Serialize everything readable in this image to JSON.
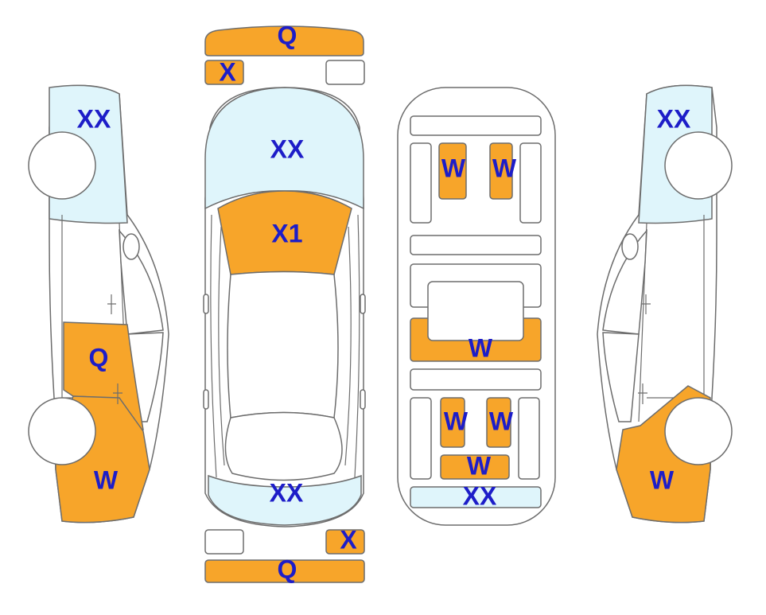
{
  "colors": {
    "damage": "#f7a52a",
    "glass": "#dff5fb",
    "outline": "#6d6d6d",
    "label": "#1d1dc8",
    "body": "#ffffff"
  },
  "labels": {
    "front_bumper": "Q",
    "front_left_corner": "X",
    "top_windshield": "XX",
    "top_hood": "X1",
    "top_rear_glass": "XX",
    "rear_right_corner": "X",
    "rear_bumper": "Q",
    "left_front_glass": "XX",
    "left_door": "Q",
    "left_rear": "W",
    "right_front_glass": "XX",
    "right_rear": "W",
    "interior_seat_fl": "W",
    "interior_seat_fr": "W",
    "interior_console": "W",
    "interior_seat_rl": "W",
    "interior_seat_rr": "W",
    "interior_seat_rc": "W",
    "interior_trunk": "XX"
  }
}
